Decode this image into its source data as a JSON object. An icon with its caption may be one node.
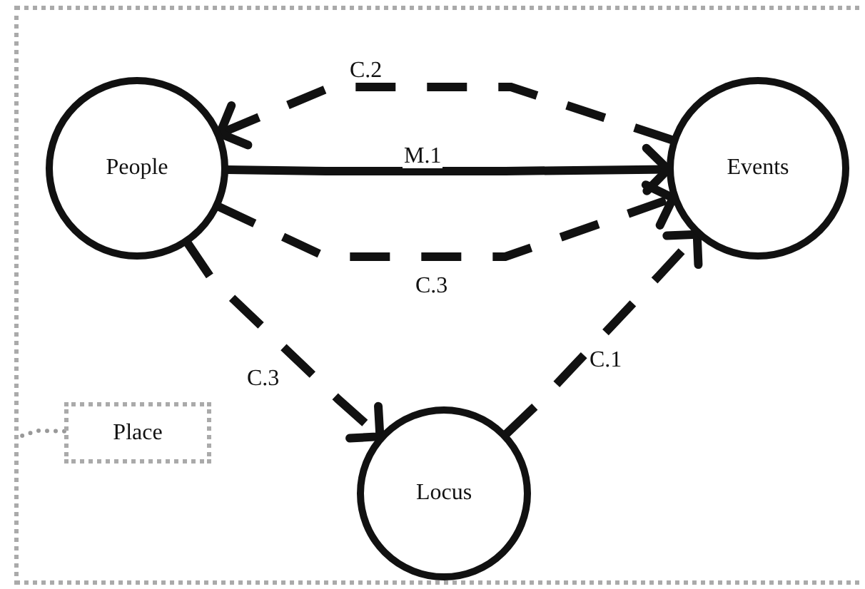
{
  "diagram": {
    "nodes": [
      {
        "text": [],
        "shape": "box"
      },
      {
        "text": [
          "People"
        ],
        "in": 0
      },
      {
        "text": [
          "Events"
        ],
        "in": 0
      },
      {
        "text": [
          "Locus"
        ],
        "in": 0
      },
      {
        "text": [
          "Place"
        ],
        "in": 0
      }
    ],
    "edges": [
      {
        "from": 2,
        "to": 1,
        "arrow": "to",
        "label": "C.2",
        "style": "dashed"
      },
      {
        "from": 1,
        "to": 2,
        "arrow": "to",
        "label": "M.1"
      },
      {
        "from": 1,
        "to": 2,
        "arrow": "to",
        "label": "C.3",
        "style": "dashed"
      },
      {
        "from": 1,
        "to": 3,
        "arrow": "to",
        "label": "C.3",
        "style": "dashed"
      },
      {
        "from": 3,
        "to": 2,
        "arrow": "to",
        "label": "C.1",
        "style": "dashed"
      },
      {
        "from": 4,
        "to": 0,
        "arrow": "none",
        "style": "dashed",
        "color": "#999999"
      }
    ]
  }
}
